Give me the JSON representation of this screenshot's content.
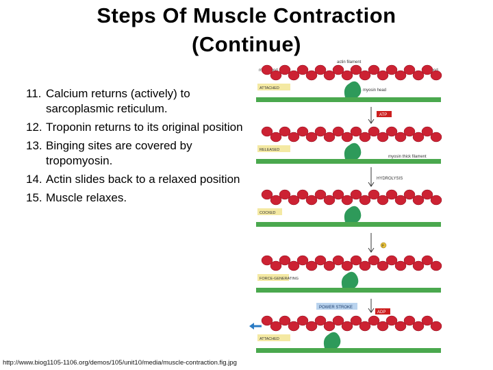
{
  "slide": {
    "title_line1": "Steps Of Muscle Contraction",
    "title_line2": "(Continue)",
    "steps": [
      {
        "num": "11.",
        "text": "Calcium returns (actively) to sarcoplasmic reticulum."
      },
      {
        "num": "12.",
        "text": "Troponin returns to its original position"
      },
      {
        "num": "13.",
        "text": "Binging sites are covered by tropomyosin."
      },
      {
        "num": "14.",
        "text": "Actin slides back to a relaxed position"
      },
      {
        "num": "15.",
        "text": "Muscle relaxes."
      }
    ],
    "source_url": "http://www.biog1105-1106.org/demos/105/unit10/media/muscle-contraction.fig.jpg"
  },
  "diagram": {
    "actin_filament_label": "actin filament",
    "minus_end_label": "minus end",
    "plus_end_label": "plus end",
    "myosin_head_label": "myosin head",
    "myosin_thick_label": "myosin thick filament",
    "hydrolysis_label": "HYDROLYSIS",
    "atp_label": "ATP",
    "adp_label": "ADP",
    "pi_label": "P",
    "power_stroke_label": "POWER STROKE",
    "stages": [
      "ATTACHED",
      "RELEASED",
      "COCKED",
      "FORCE-GENERATING",
      "ATTACHED"
    ],
    "colors": {
      "actin": "#cc2233",
      "myosin": "#2e9a5a",
      "filament": "#4aa84e",
      "stage_label_bg": "#f4e9a3",
      "atp_tag": "#cc1f1f",
      "power_stroke_bg": "#b9d3ee",
      "arrow": "#2b7bc4"
    }
  }
}
